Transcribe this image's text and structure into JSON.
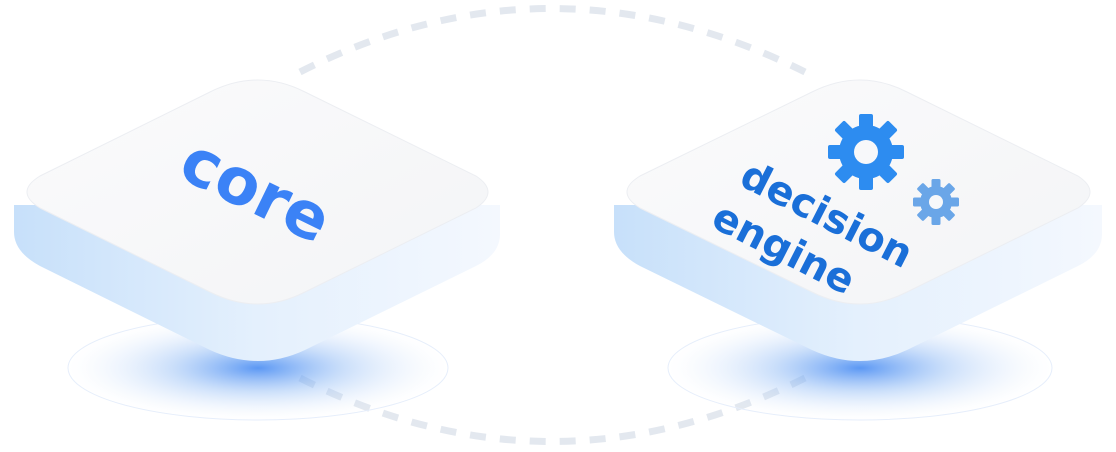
{
  "diagram": {
    "tiles": [
      {
        "id": "core",
        "label_lines": [
          "core"
        ]
      },
      {
        "id": "decision-engine",
        "label_lines": [
          "decision",
          "engine"
        ]
      }
    ],
    "connector": {
      "style": "dashed",
      "shape": "loop"
    },
    "colors": {
      "label": "#3b82f6",
      "label_dark": "#1a6fd8",
      "gear_large": "#2d8cf0",
      "gear_small": "#6aa6e8",
      "tile_top": "#f7f8fa",
      "tile_side": "#d6e9fb",
      "glow": "#4a8ff0",
      "dash": "#e3e8ef"
    },
    "icons": [
      "gear-large-icon",
      "gear-small-icon"
    ]
  }
}
